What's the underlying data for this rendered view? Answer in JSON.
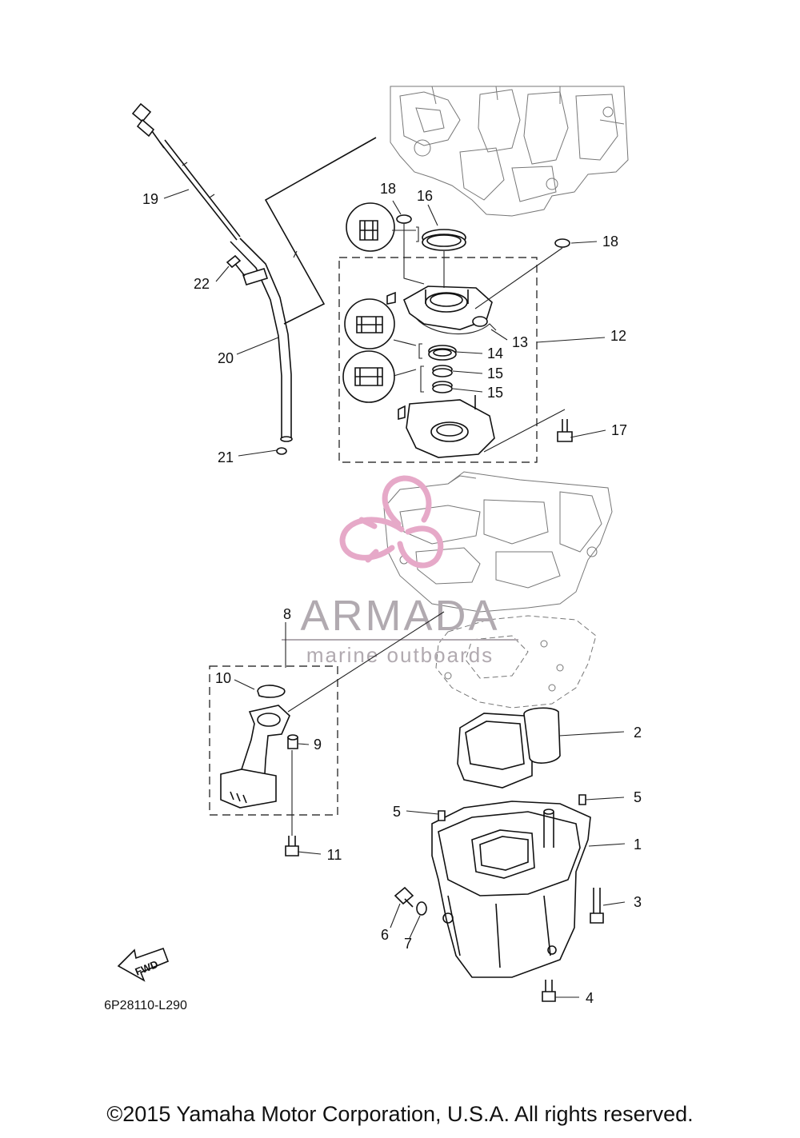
{
  "callouts": [
    "19",
    "22",
    "20",
    "21",
    "18",
    "16",
    "18",
    "13",
    "12",
    "14",
    "15",
    "15",
    "17",
    "8",
    "10",
    "9",
    "11",
    "2",
    "5",
    "5",
    "1",
    "3",
    "6",
    "7",
    "4"
  ],
  "reference_code": "6P28110-L290",
  "fwd_label": "FWD",
  "watermark": {
    "brand": "ARMADA",
    "tagline": "marine outboards"
  },
  "copyright": "©2015 Yamaha Motor Corporation, U.S.A. All rights reserved.",
  "colors": {
    "line": "#111111",
    "watermark_text": "#b1aab0",
    "watermark_logo": "#e6a9c8"
  }
}
